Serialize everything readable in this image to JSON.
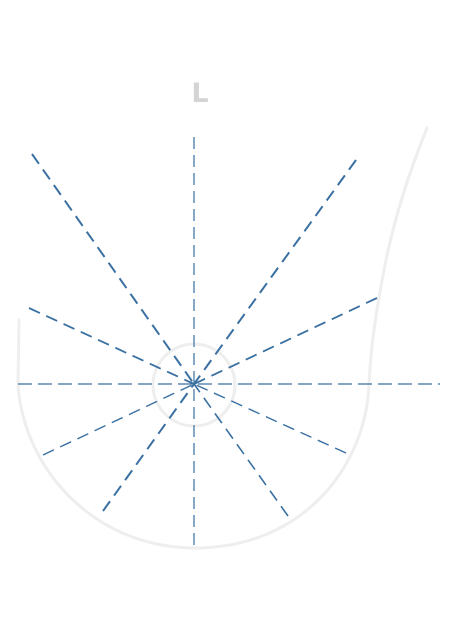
{
  "diagram": {
    "side_label": "L",
    "colors": {
      "outline": "#eeeeee",
      "dash_lines": "#3a70a1",
      "label": "#d4d4d4"
    },
    "icons": [
      "breast-outline-shape",
      "areola-circle",
      "radial-dashed-lines"
    ]
  }
}
